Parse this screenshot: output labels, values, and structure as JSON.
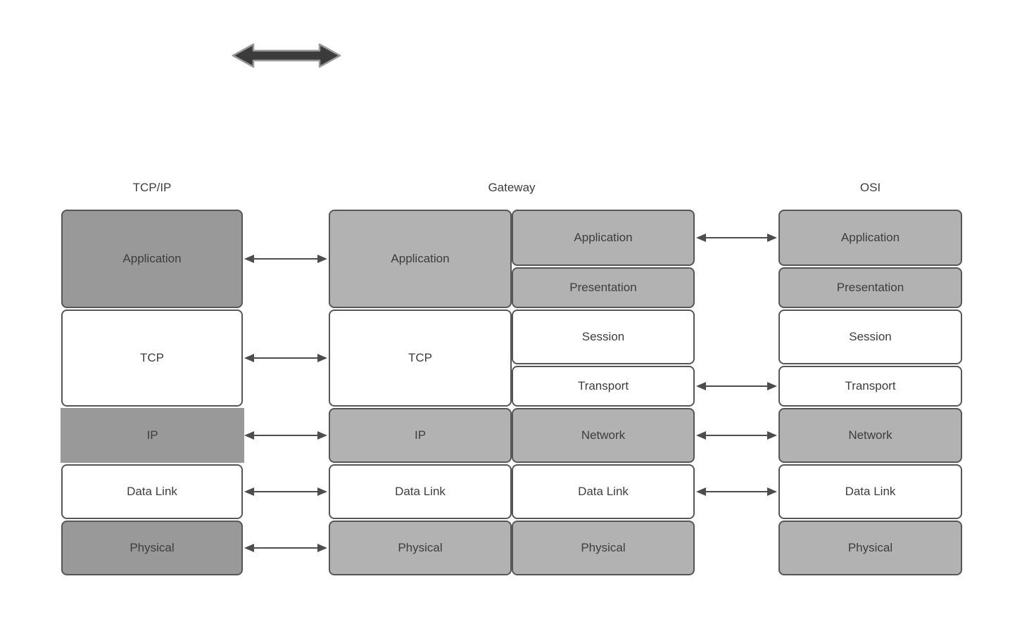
{
  "columns": {
    "tcpip": {
      "header": "TCP/IP",
      "layers": [
        "Application",
        "TCP",
        "IP",
        "Data Link",
        "Physical"
      ]
    },
    "gateway": {
      "header": "Gateway",
      "left_stack": [
        "Application",
        "TCP",
        "IP",
        "Data Link",
        "Physical"
      ],
      "right_stack": [
        "Application",
        "Presentation",
        "Session",
        "Transport",
        "Network",
        "Data Link",
        "Physical"
      ]
    },
    "osi": {
      "header": "OSI",
      "layers": [
        "Application",
        "Presentation",
        "Session",
        "Transport",
        "Network",
        "Data Link",
        "Physical"
      ]
    }
  },
  "connectors": {
    "left_gap_rows": [
      "Application",
      "TCP",
      "IP",
      "Data Link",
      "Physical"
    ],
    "right_gap_rows": [
      "Application",
      "Transport",
      "Network",
      "Data Link"
    ]
  },
  "colors": {
    "dark_gray_fill": "#999999",
    "light_gray_fill": "#b2b2b2",
    "white_fill": "#ffffff",
    "box_border": "#565656",
    "connector_arrow": "#4d4d4d",
    "thick_arrow_fill": "#3b3b3b",
    "thick_arrow_stroke": "#9a9a9a",
    "text": "#3d3d3d",
    "background": "#ffffff"
  }
}
